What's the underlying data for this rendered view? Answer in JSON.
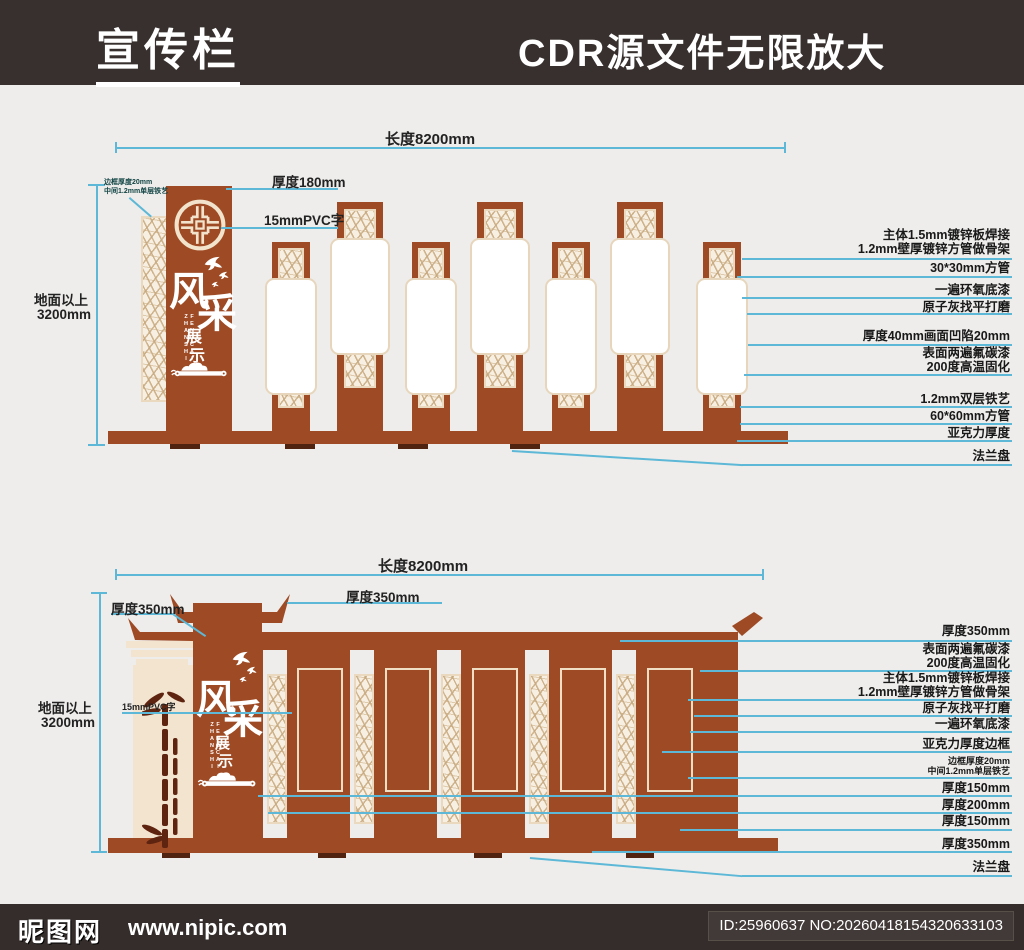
{
  "header": {
    "title": "宣传栏",
    "subtitle": "CDR源文件无限放大"
  },
  "footer": {
    "brand": "昵图网",
    "url": "www.nipic.com",
    "id_text": "ID:25960637 NO:20260418154320633103"
  },
  "colors": {
    "panel_brown": "#9e4a24",
    "cream": "#f2e3cc",
    "leader_line": "#5cb8d6",
    "bar_dark": "#37302e"
  },
  "top_view": {
    "length_label": "长度8200mm",
    "above_ground_line1": "地面以上",
    "above_ground_line2": "3200mm",
    "frame_note1": "边框厚度20mm",
    "frame_note2": "中间1.2mm单层铁艺",
    "thickness_label": "厚度180mm",
    "pvc_label": "15mmPVC字",
    "sign": {
      "char1": "风",
      "char2": "采",
      "sub1": "展",
      "sub2": "示",
      "latin": "FENGCAI ZHANSHI"
    },
    "right_annotations": [
      {
        "l1": "主体1.5mm镀锌板焊接",
        "l2": "1.2mm壁厚镀锌方管做骨架"
      },
      {
        "l1": "30*30mm方管"
      },
      {
        "l1": "一遍环氧底漆"
      },
      {
        "l1": "原子灰找平打磨"
      },
      {
        "l1": "厚度40mm画面凹陷20mm"
      },
      {
        "l1": "表面两遍氟碳漆",
        "l2": "200度高温固化"
      },
      {
        "l1": "1.2mm双层铁艺"
      },
      {
        "l1": "60*60mm方管"
      },
      {
        "l1": "亚克力厚度"
      },
      {
        "l1": "法兰盘"
      }
    ]
  },
  "bottom_view": {
    "length_label": "长度8200mm",
    "above_ground_line1": "地面以上",
    "above_ground_line2": "3200mm",
    "roof_thickness_left": "厚度350mm",
    "roof_thickness_top": "厚度350mm",
    "pvc_label": "15mmPVC字",
    "sign": {
      "char1": "风",
      "char2": "采",
      "sub1": "展",
      "sub2": "示",
      "latin": "FENGCAI ZHANSHI"
    },
    "right_annotations": [
      {
        "l1": "厚度350mm"
      },
      {
        "l1": "表面两遍氟碳漆",
        "l2": "200度高温固化"
      },
      {
        "l1": "主体1.5mm镀锌板焊接",
        "l2": "1.2mm壁厚镀锌方管做骨架"
      },
      {
        "l1": "原子灰找平打磨"
      },
      {
        "l1": "一遍环氧底漆"
      },
      {
        "l1": "亚克力厚度边框"
      },
      {
        "l1": "边框厚度20mm",
        "l2": "中间1.2mm单层铁艺"
      },
      {
        "l1": "厚度150mm"
      },
      {
        "l1": "厚度200mm"
      },
      {
        "l1": "厚度150mm"
      },
      {
        "l1": "厚度350mm"
      },
      {
        "l1": "法兰盘"
      }
    ]
  }
}
